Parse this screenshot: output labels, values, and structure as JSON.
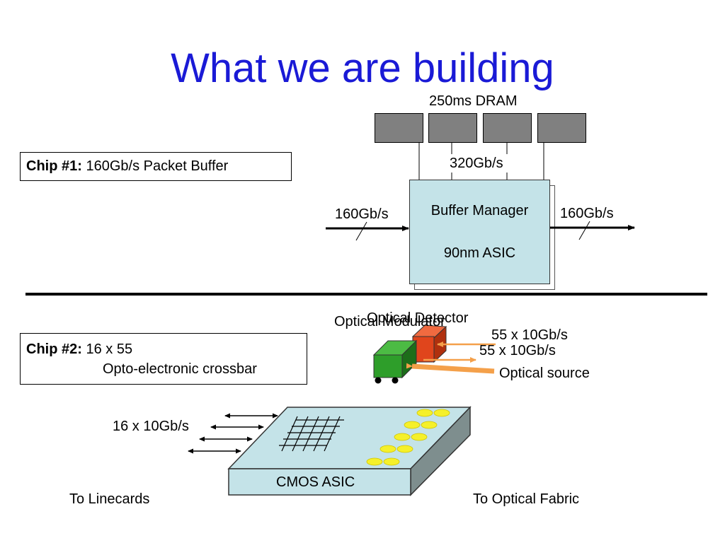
{
  "title": "What we are building",
  "chip1": {
    "label": "Chip #1:",
    "text": "160Gb/s Packet Buffer"
  },
  "chip2": {
    "label": "Chip #2:",
    "text_line1": "16 x 55",
    "text_line2": "Opto-electronic crossbar"
  },
  "dram": {
    "label": "250ms DRAM",
    "bandwidth": "320Gb/s"
  },
  "buffer_manager": {
    "line1": "Buffer Manager",
    "line2": "90nm ASIC"
  },
  "links": {
    "in_rate": "160Gb/s",
    "out_rate": "160Gb/s"
  },
  "optics": {
    "detector": "Optical Detector",
    "modulator": "Optical Modulator",
    "rate_top": "55 x 10Gb/s",
    "rate_bottom": "55 x 10Gb/s",
    "source": "Optical source"
  },
  "crossbar": {
    "line_rate": "16 x 10Gb/s",
    "asic": "CMOS ASIC",
    "left_caption": "To Linecards",
    "right_caption": "To Optical Fabric"
  },
  "colors": {
    "title": "#1a1ad6",
    "asic_fill": "#c4e3e8",
    "dram_fill": "#808080",
    "modulator": "#2e9e2a",
    "detector": "#e0451c",
    "optical_arrow": "#f4a04a",
    "spots": "#f5f02a"
  }
}
